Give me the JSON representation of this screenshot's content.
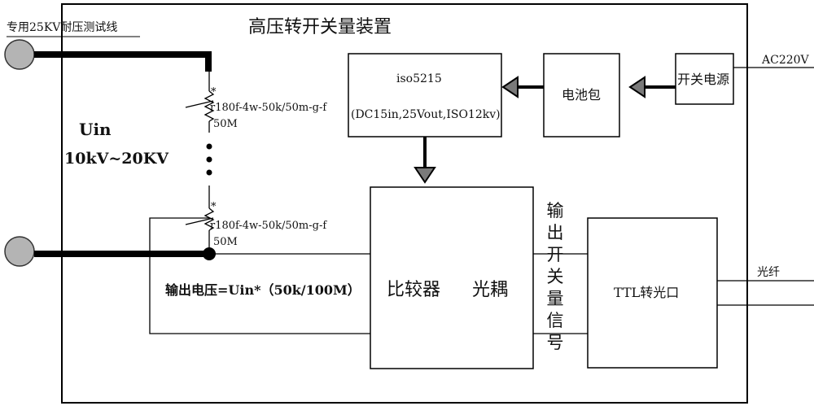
{
  "device_title": "高压转开关量装置",
  "probe_cable_label": "专用25KV耐压测试线",
  "input_voltage": {
    "symbol": "Uin",
    "range": "10kV~20KV"
  },
  "resistor_top": {
    "marker": "*",
    "part": "r180f-4w-50k/50m-g-f",
    "value": "50M"
  },
  "resistor_bottom": {
    "marker": "*",
    "part": "r180f-4w-50k/50m-g-f",
    "value": "50M"
  },
  "output_voltage_formula": "输出电压=Uin*（50k/100M）",
  "isolator": {
    "name": "iso5215",
    "spec": "(DC15in,25Vout,ISO12kv)"
  },
  "battery_pack": "电池包",
  "switching_power": "开关电源",
  "ac_input": "AC220V",
  "comparator_block": {
    "comparator": "比较器",
    "optocoupler": "光耦"
  },
  "output_signal_label": "输出开关量信号",
  "ttl_converter": "TTL转光口",
  "fiber_label": "光纤",
  "colors": {
    "line": "#000000",
    "terminal_fill": "#b4b4b4",
    "arrow_fill": "#7a7a7a"
  }
}
